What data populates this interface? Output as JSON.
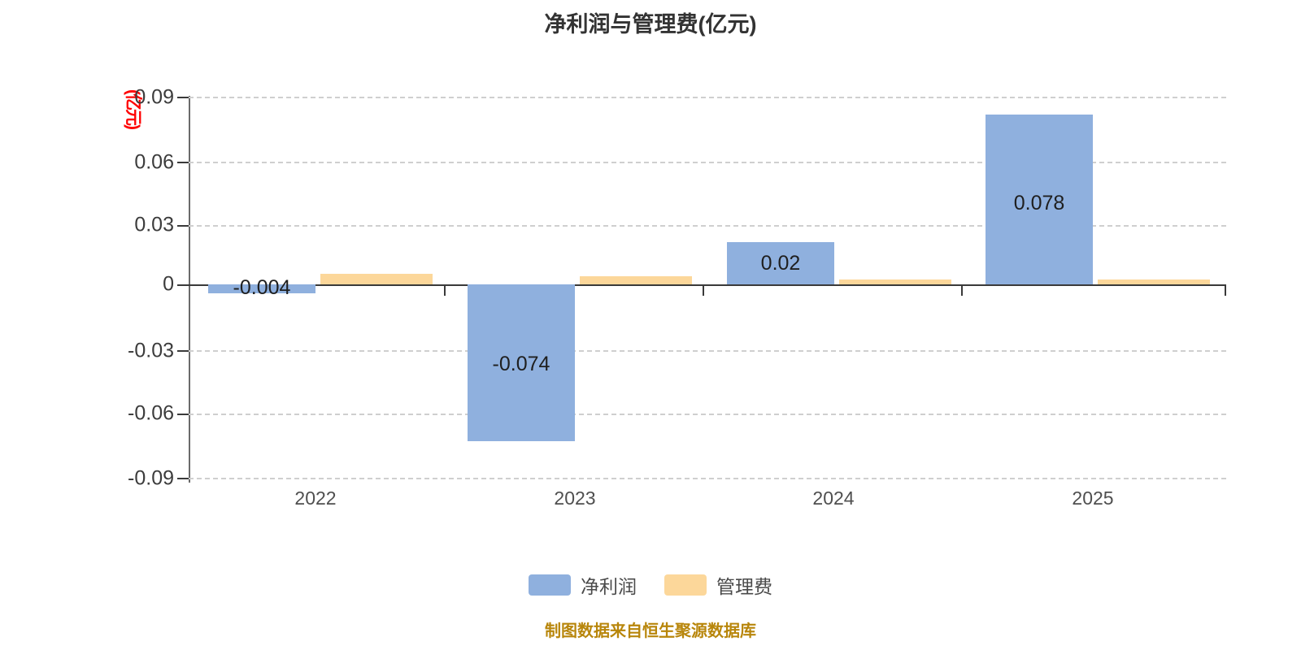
{
  "chart_data": {
    "type": "bar",
    "title": "净利润与管理费(亿元)",
    "xlabel": "",
    "ylabel": "(亿元)",
    "ylim": [
      -0.09,
      0.09
    ],
    "yticks": [
      "0.09",
      "0.06",
      "0.03",
      "0",
      "-0.03",
      "-0.06",
      "-0.09"
    ],
    "ytick_values": [
      0.09,
      0.06,
      0.03,
      0,
      -0.03,
      -0.06,
      -0.09
    ],
    "grid": true,
    "legend_position": "bottom",
    "categories": [
      "2022",
      "2023",
      "2024",
      "2025"
    ],
    "series": [
      {
        "name": "净利润",
        "color": "#8fb0de",
        "values": [
          -0.004,
          -0.074,
          0.02,
          0.078
        ],
        "labels": [
          "-0.004",
          "-0.074",
          "0.02",
          "0.078"
        ]
      },
      {
        "name": "管理费",
        "color": "#fcd79a",
        "values": [
          0.0055,
          0.004,
          0.0018,
          0.0015
        ],
        "labels": [
          "",
          "",
          "",
          ""
        ]
      }
    ],
    "annotations": {
      "footer": "制图数据来自恒生聚源数据库",
      "unit_axis": "(亿元)"
    }
  },
  "chart": {
    "title": "净利润与管理费(亿元)",
    "y_unit": "(亿元)",
    "y_ticks": [
      {
        "label": "0.09"
      },
      {
        "label": "0.06"
      },
      {
        "label": "0.03"
      },
      {
        "label": "0"
      },
      {
        "label": "-0.03"
      },
      {
        "label": "-0.06"
      },
      {
        "label": "-0.09"
      }
    ],
    "x_ticks": [
      {
        "label": "2022"
      },
      {
        "label": "2023"
      },
      {
        "label": "2024"
      },
      {
        "label": "2025"
      }
    ],
    "bar_labels": [
      {
        "value": "-0.004"
      },
      {
        "value": "-0.074"
      },
      {
        "value": "0.02"
      },
      {
        "value": "0.078"
      }
    ],
    "legend": [
      {
        "label": "净利润"
      },
      {
        "label": "管理费"
      }
    ],
    "footer": "制图数据来自恒生聚源数据库"
  }
}
